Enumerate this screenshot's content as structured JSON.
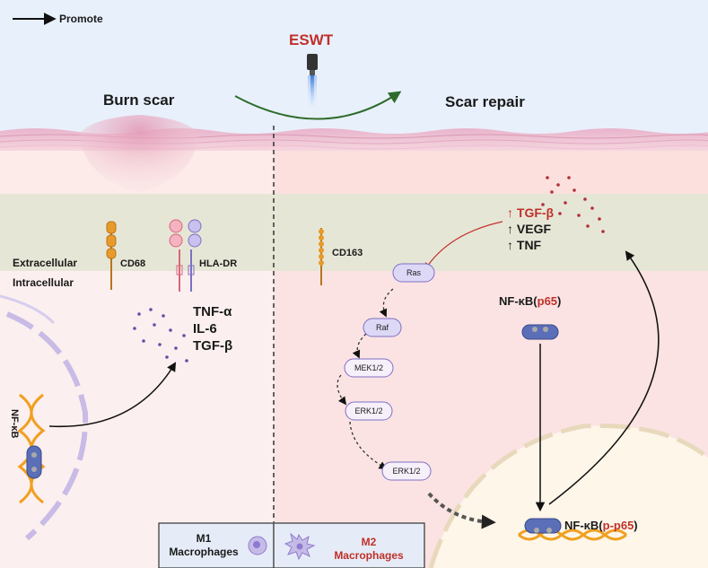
{
  "legend": {
    "promote_label": "Promote"
  },
  "header": {
    "eswt_label": "ESWT",
    "burn_scar_label": "Burn scar",
    "scar_repair_label": "Scar repair"
  },
  "membrane": {
    "extracellular_label": "Extracellular",
    "intracellular_label": "Intracellular"
  },
  "m1": {
    "receptor_cd68": "CD68",
    "receptor_hladr": "HLA-DR",
    "cytokines": [
      "TNF-α",
      "IL-6",
      "TGF-β"
    ],
    "nfkb_label": "NF-κB"
  },
  "m2": {
    "receptor_cd163": "CD163",
    "secreted": [
      {
        "arrow": "↑",
        "name": "TGF-β"
      },
      {
        "arrow": "↑",
        "name": "VEGF"
      },
      {
        "arrow": "↑",
        "name": "TNF"
      }
    ],
    "nfkb_p65": {
      "prefix": "NF-κB(",
      "highlight": "p65",
      "suffix": ")"
    },
    "nfkb_pp65": {
      "prefix": "NF-κB(",
      "highlight": "p-p65",
      "suffix": ")"
    },
    "cascade": [
      "Ras",
      "Raf",
      "MEK1/2",
      "ERK1/2",
      "ERK1/2"
    ]
  },
  "footer": {
    "m1_label_line1": "M1",
    "m1_label_line2": "Macrophages",
    "m2_label_line1": "M2",
    "m2_label_line2": "Macrophages"
  },
  "colors": {
    "sky": "#e8f0fc",
    "dermis_left": "#fcebe9",
    "dermis_right": "#fbe0de",
    "membrane_band": "#e6e6d6",
    "cytoplasm_left": "#fcefef",
    "cytoplasm_right": "#fbe3e3",
    "nucleus": "#fdf6e9",
    "text_red": "#c0302a",
    "green_arrow": "#2e6b2a",
    "kinase_fill": "#ddd8f6",
    "kinase_stroke": "#7d6fc4",
    "dna_orange": "#f0a020"
  }
}
